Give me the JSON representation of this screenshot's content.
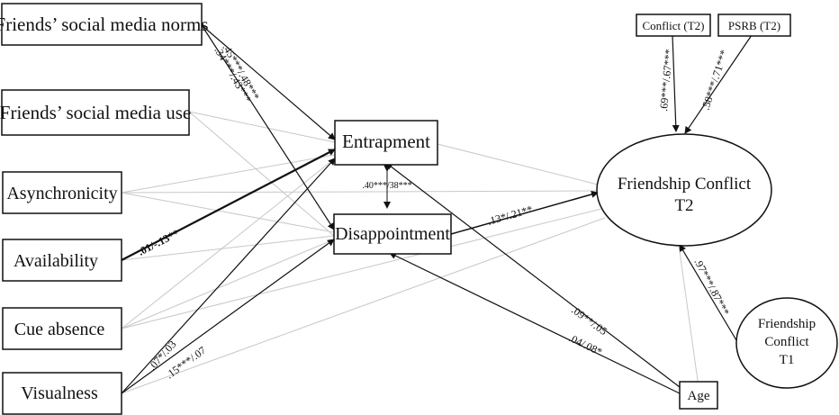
{
  "nodes": {
    "friends_norms": "Friends’ social media norms",
    "friends_use": "Friends’ social media use",
    "asynchronicity": "Asynchronicity",
    "availability": "Availability",
    "cue_absence": "Cue absence",
    "visualness": "Visualness",
    "entrapment": "Entrapment",
    "disappointment": "Disappointment",
    "conflict_t2_indicator": "Conflict (T2)",
    "psrb_t2_indicator": "PSRB (T2)",
    "friendship_conflict_t2_line1": "Friendship Conflict",
    "friendship_conflict_t2_line2": "T2",
    "friendship_conflict_t1_line1": "Friendship",
    "friendship_conflict_t1_line2": "Conflict",
    "friendship_conflict_t1_line3": "T1",
    "age": "Age"
  },
  "coefficients": {
    "norms_to_entrapment": ".45***/.48***",
    "norms_to_disappointment": ".34***/.43***",
    "availability_to_entrapment": ".01/-.13**",
    "visualness_to_entrapment": ".07*/.03",
    "visualness_to_disappointment": ".15***/.07",
    "entrapment_disappointment_cov": ".40***/38***",
    "disappointment_to_conflict": ".13*/.21**",
    "age_to_entrapment": ".09**/.05",
    "age_to_disappointment": ".04/.08*",
    "loading_conflict_t2": ".69***/.67***",
    "loading_psrb_t2": ".58***/.71***",
    "t1_to_t2": ".97***/.87***"
  }
}
